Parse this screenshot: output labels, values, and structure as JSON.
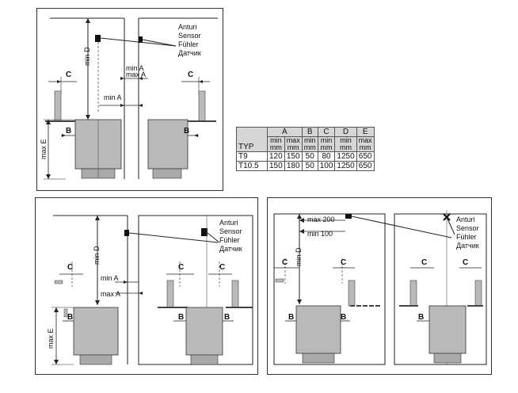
{
  "labels": {
    "sensor": [
      "Anturi",
      "Sensor",
      "Fühler",
      "Датчик"
    ],
    "min_d": "min D",
    "min_a": "min A",
    "max_a": "max A",
    "max_e": "max E",
    "c": "C",
    "b": "B",
    "max_200": "max 200",
    "min_100": "min 100"
  },
  "table": {
    "typ": "TYP",
    "headers": [
      "A",
      "B",
      "C",
      "D",
      "E"
    ],
    "subheaders": [
      {
        "top": "min",
        "bottom": "mm"
      },
      {
        "top": "max",
        "bottom": "mm"
      },
      {
        "top": "min",
        "bottom": "mm"
      },
      {
        "top": "min",
        "bottom": "mm"
      },
      {
        "top": "min",
        "bottom": "mm"
      },
      {
        "top": "max",
        "bottom": "mm"
      }
    ],
    "rows": [
      {
        "type": "T9",
        "values": [
          "120",
          "150",
          "50",
          "80",
          "1250",
          "650"
        ]
      },
      {
        "type": "T10.5",
        "values": [
          "150",
          "180",
          "50",
          "100",
          "1250",
          "650"
        ]
      }
    ]
  },
  "colors": {
    "heater": "#b9b9b9",
    "line": "#222222",
    "table_header": "#d6d6d6"
  }
}
